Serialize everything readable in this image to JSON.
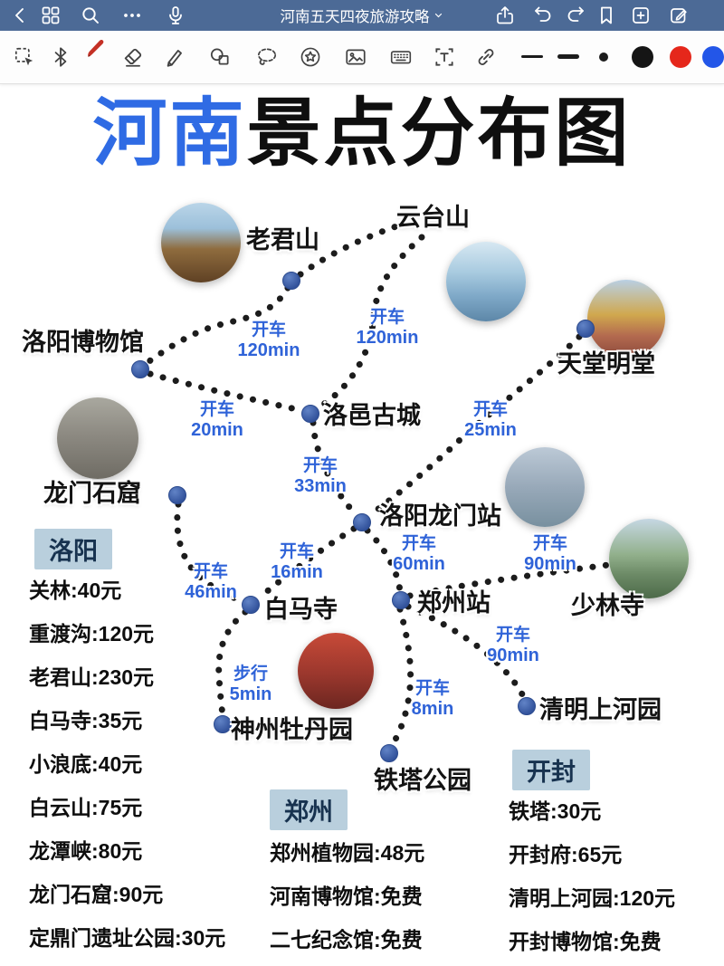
{
  "top_bar": {
    "title": "河南五天四夜旅游攻略",
    "left_icons": [
      "back",
      "pages-grid",
      "search",
      "more",
      "microphone"
    ],
    "right_icons": [
      "share",
      "undo",
      "redo",
      "bookmark",
      "add-page",
      "compose"
    ]
  },
  "toolbar": {
    "tools": [
      "select",
      "bluetooth",
      "pen",
      "eraser",
      "highlighter",
      "shapes",
      "lasso",
      "sticker",
      "image",
      "keyboard",
      "text-box",
      "link"
    ],
    "active_tool": "pen",
    "stroke_samples": [
      "thin-line",
      "thick-line",
      "dot"
    ],
    "color_swatches": [
      "#151515",
      "#e5271b",
      "#2356e8"
    ]
  },
  "map": {
    "title_blue": "河南",
    "title_black": "景点分布图",
    "nodes": [
      {
        "label": "老君山"
      },
      {
        "label": "云台山"
      },
      {
        "label": "天堂明堂"
      },
      {
        "label": "洛阳博物馆"
      },
      {
        "label": "洛邑古城"
      },
      {
        "label": "龙门石窟"
      },
      {
        "label": "洛阳龙门站"
      },
      {
        "label": "少林寺"
      },
      {
        "label": "白马寺"
      },
      {
        "label": "郑州站"
      },
      {
        "label": "神州牡丹园"
      },
      {
        "label": "清明上河园"
      },
      {
        "label": "铁塔公园"
      }
    ],
    "travel_times": [
      {
        "mode": "开车",
        "duration": "120min"
      },
      {
        "mode": "开车",
        "duration": "120min"
      },
      {
        "mode": "开车",
        "duration": "20min"
      },
      {
        "mode": "开车",
        "duration": "25min"
      },
      {
        "mode": "开车",
        "duration": "33min"
      },
      {
        "mode": "开车",
        "duration": "60min"
      },
      {
        "mode": "开车",
        "duration": "90min"
      },
      {
        "mode": "开车",
        "duration": "16min"
      },
      {
        "mode": "开车",
        "duration": "46min"
      },
      {
        "mode": "开车",
        "duration": "90min"
      },
      {
        "mode": "步行",
        "duration": "5min"
      },
      {
        "mode": "开车",
        "duration": "8min"
      }
    ],
    "price_lists": [
      {
        "city": "洛阳",
        "items": [
          "关林:40元",
          "重渡沟:120元",
          "老君山:230元",
          "白马寺:35元",
          "小浪底:40元",
          "白云山:75元",
          "龙潭峡:80元",
          "龙门石窟:90元",
          "定鼎门遗址公园:30元"
        ]
      },
      {
        "city": "郑州",
        "items": [
          "郑州植物园:48元",
          "河南博物馆:免费",
          "二七纪念馆:免费"
        ]
      },
      {
        "city": "开封",
        "items": [
          "铁塔:30元",
          "开封府:65元",
          "清明上河园:120元",
          "开封博物馆:免费"
        ]
      }
    ]
  },
  "colors": {
    "top_bar_bg": "#4c6a96",
    "node_dot": "#3a5fae",
    "time_label": "#2f63d8",
    "list_header_bg": "#b9cfdd",
    "title_accent": "#2f6be4"
  }
}
